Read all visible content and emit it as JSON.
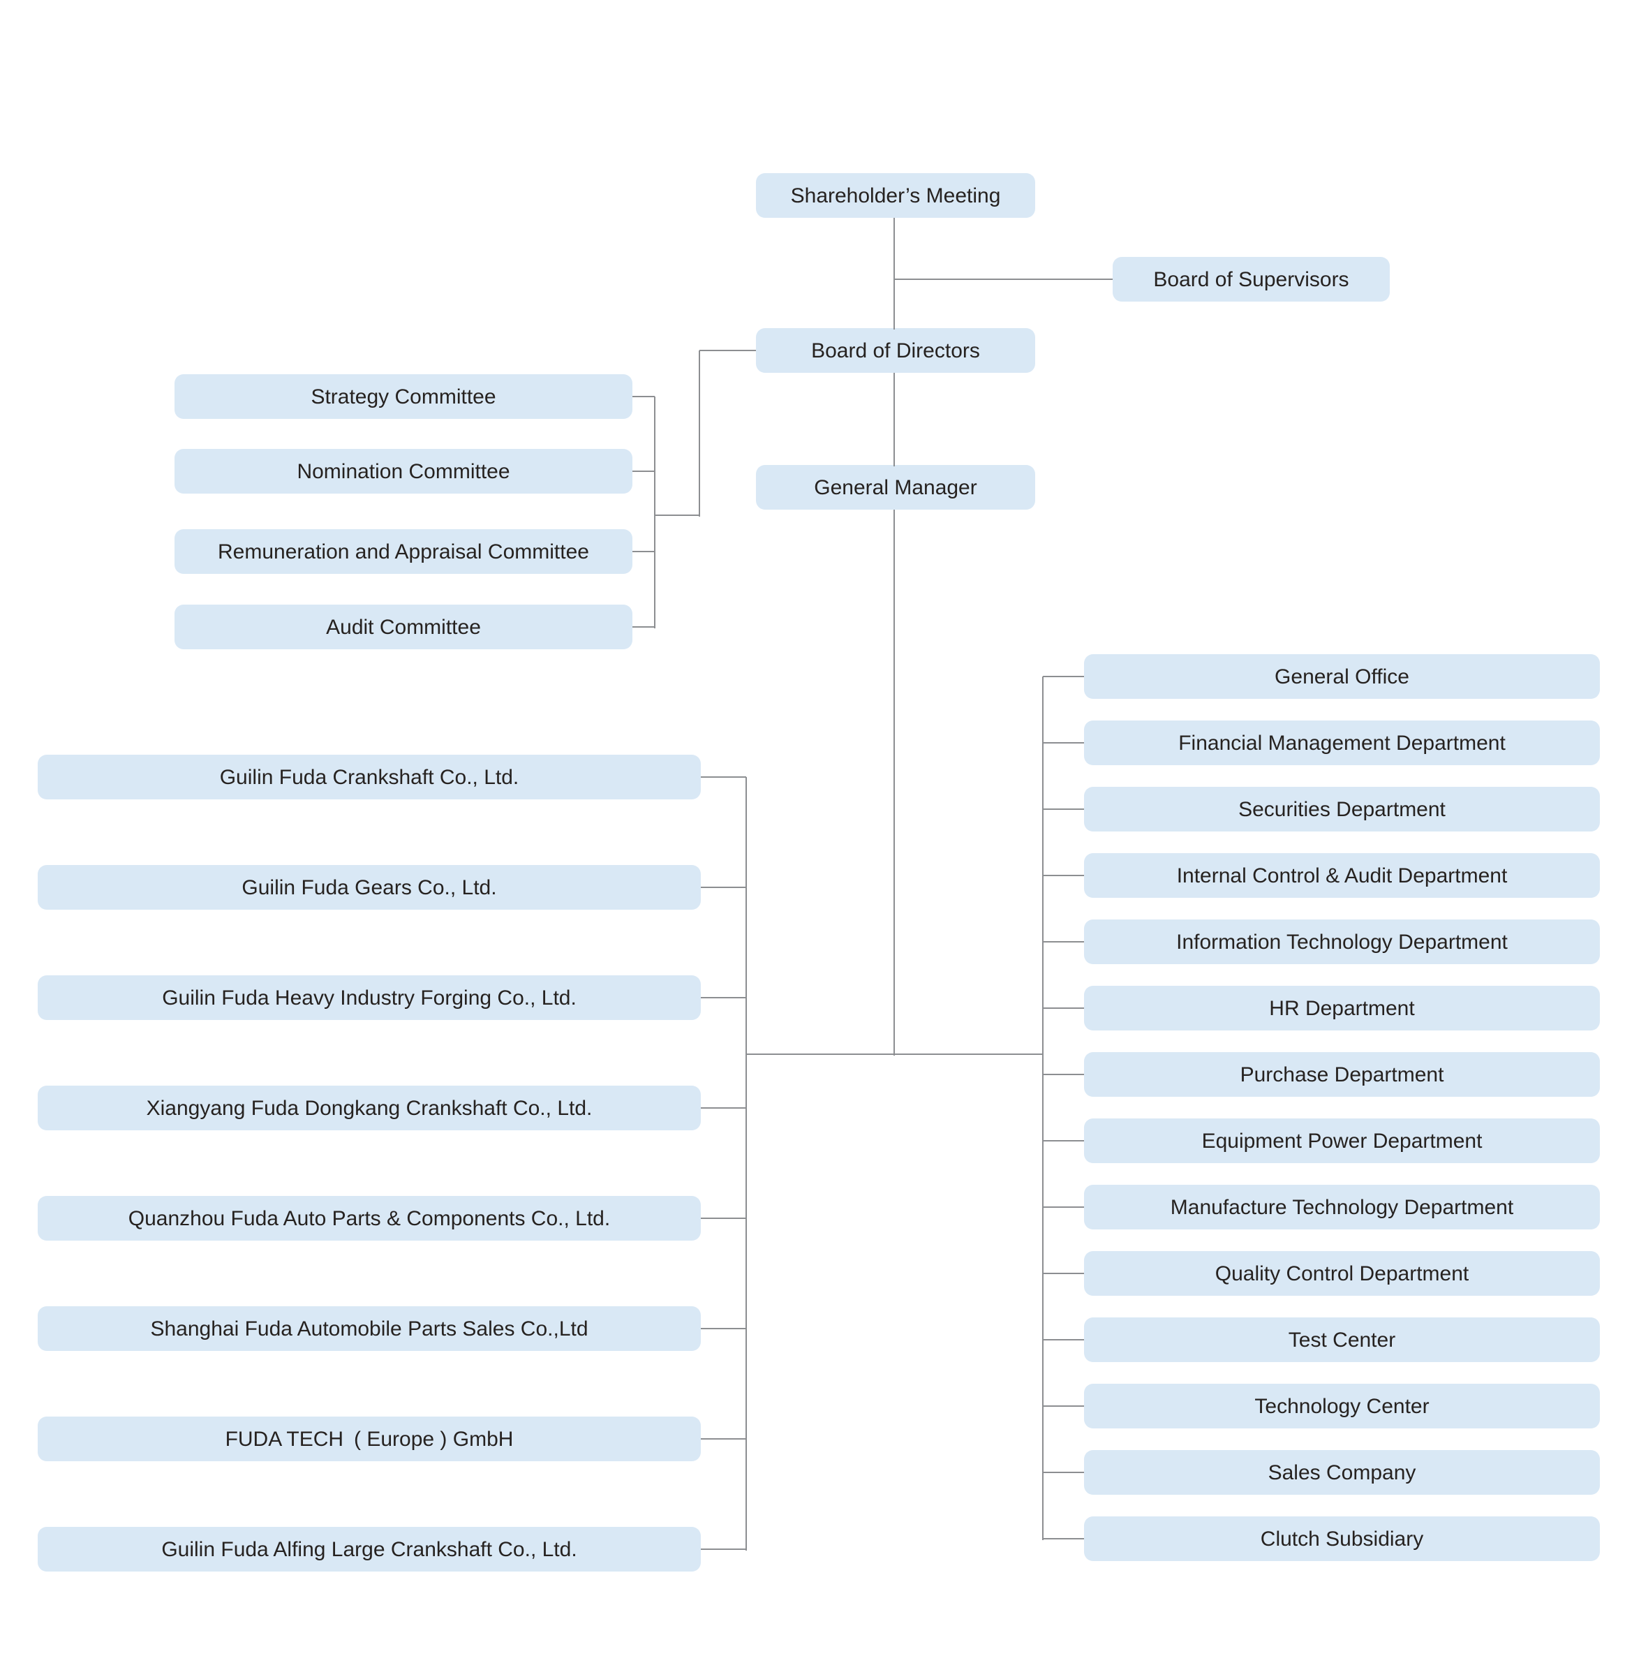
{
  "colors": {
    "background": "#ffffff",
    "box_fill": "#d9e8f5",
    "line": "#8c8e91",
    "text": "#262220"
  },
  "nodes": {
    "shareholders_meeting": {
      "label": "Shareholder’s Meeting"
    },
    "board_of_supervisors": {
      "label": "Board of Supervisors"
    },
    "board_of_directors": {
      "label": "Board of Directors"
    },
    "general_manager": {
      "label": "General Manager"
    }
  },
  "committees": [
    {
      "label": "Strategy Committee"
    },
    {
      "label": "Nomination Committee"
    },
    {
      "label": "Remuneration and Appraisal Committee"
    },
    {
      "label": "Audit Committee"
    }
  ],
  "subsidiaries": [
    {
      "label": "Guilin Fuda Crankshaft Co., Ltd."
    },
    {
      "label": "Guilin Fuda Gears Co., Ltd."
    },
    {
      "label": "Guilin Fuda Heavy Industry Forging Co., Ltd."
    },
    {
      "label": "Xiangyang Fuda Dongkang Crankshaft Co., Ltd."
    },
    {
      "label": "Quanzhou Fuda Auto Parts & Components Co., Ltd."
    },
    {
      "label": "Shanghai Fuda Automobile Parts Sales Co.,Ltd"
    },
    {
      "label": "FUDA TECH ( Europe ) GmbH"
    },
    {
      "label": "Guilin Fuda Alfing Large Crankshaft Co., Ltd."
    }
  ],
  "departments": [
    {
      "label": "General Office"
    },
    {
      "label": "Financial Management Department"
    },
    {
      "label": "Securities Department"
    },
    {
      "label": "Internal Control & Audit Department"
    },
    {
      "label": "Information Technology Department"
    },
    {
      "label": "HR Department"
    },
    {
      "label": "Purchase Department"
    },
    {
      "label": "Equipment Power Department"
    },
    {
      "label": "Manufacture Technology Department"
    },
    {
      "label": "Quality Control Department"
    },
    {
      "label": "Test Center"
    },
    {
      "label": "Technology Center"
    },
    {
      "label": "Sales Company"
    },
    {
      "label": "Clutch Subsidiary"
    }
  ]
}
